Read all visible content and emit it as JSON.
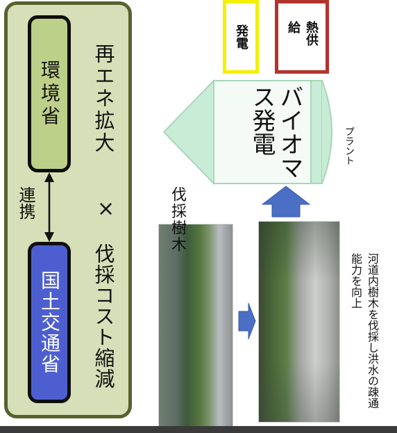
{
  "panel": {
    "ministry_env": "環境省",
    "ministry_mlit": "国土交通省",
    "link_label": "連携",
    "renewable": "再エネ拡大",
    "times": "×",
    "cost": "伐採コスト縮減"
  },
  "flow": {
    "felled_trees": "伐採樹木",
    "river_caption": "河道内樹木を伐採し洪水の疎通能力を向上"
  },
  "plant": {
    "name": "バイオマス発電",
    "label": "プラント"
  },
  "outputs": {
    "power": "発電",
    "heat": "熱供給"
  },
  "colors": {
    "panel_bg": "#d6dfb7",
    "panel_border": "#58612e",
    "env_fill": "#bdd089",
    "mlit_fill": "#4d5fd0",
    "arrow_blue": "#4a6fc4",
    "plant_green": "#c9ecd6",
    "power_border": "#f3f000",
    "heat_border": "#b3342d"
  }
}
